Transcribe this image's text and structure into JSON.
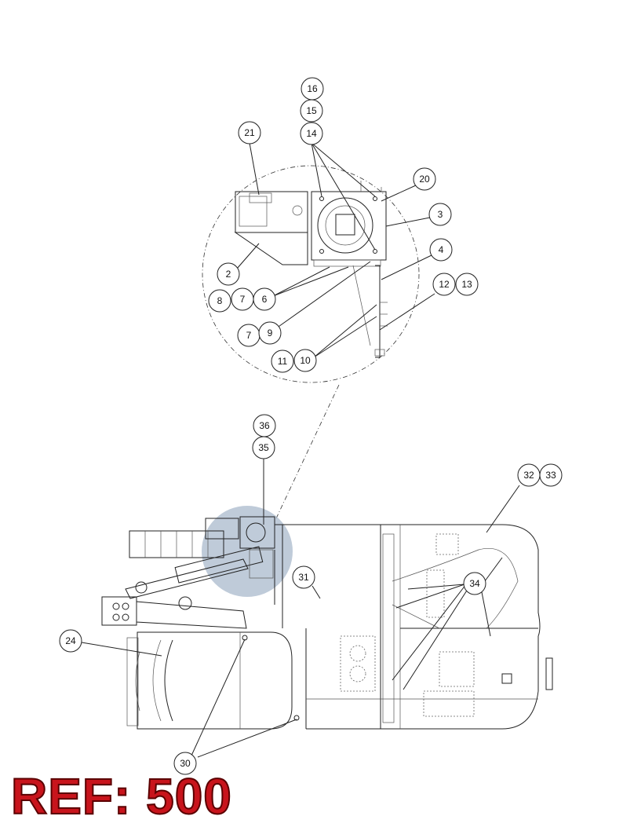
{
  "ref_label": "REF: 500",
  "callouts": {
    "c16": "16",
    "c15": "15",
    "c14": "14",
    "c21": "21",
    "c20": "20",
    "c3": "3",
    "c4": "4",
    "c2": "2",
    "c12": "12",
    "c13": "13",
    "c8": "8",
    "c7a": "7",
    "c6": "6",
    "c7b": "7",
    "c9": "9",
    "c11": "11",
    "c10": "10",
    "c36": "36",
    "c35": "35",
    "c32": "32",
    "c33": "33",
    "c31": "31",
    "c34": "34",
    "c24": "24",
    "c30": "30"
  },
  "colors": {
    "highlight": "#a9b9cc",
    "ref_text": "#c8141c"
  }
}
